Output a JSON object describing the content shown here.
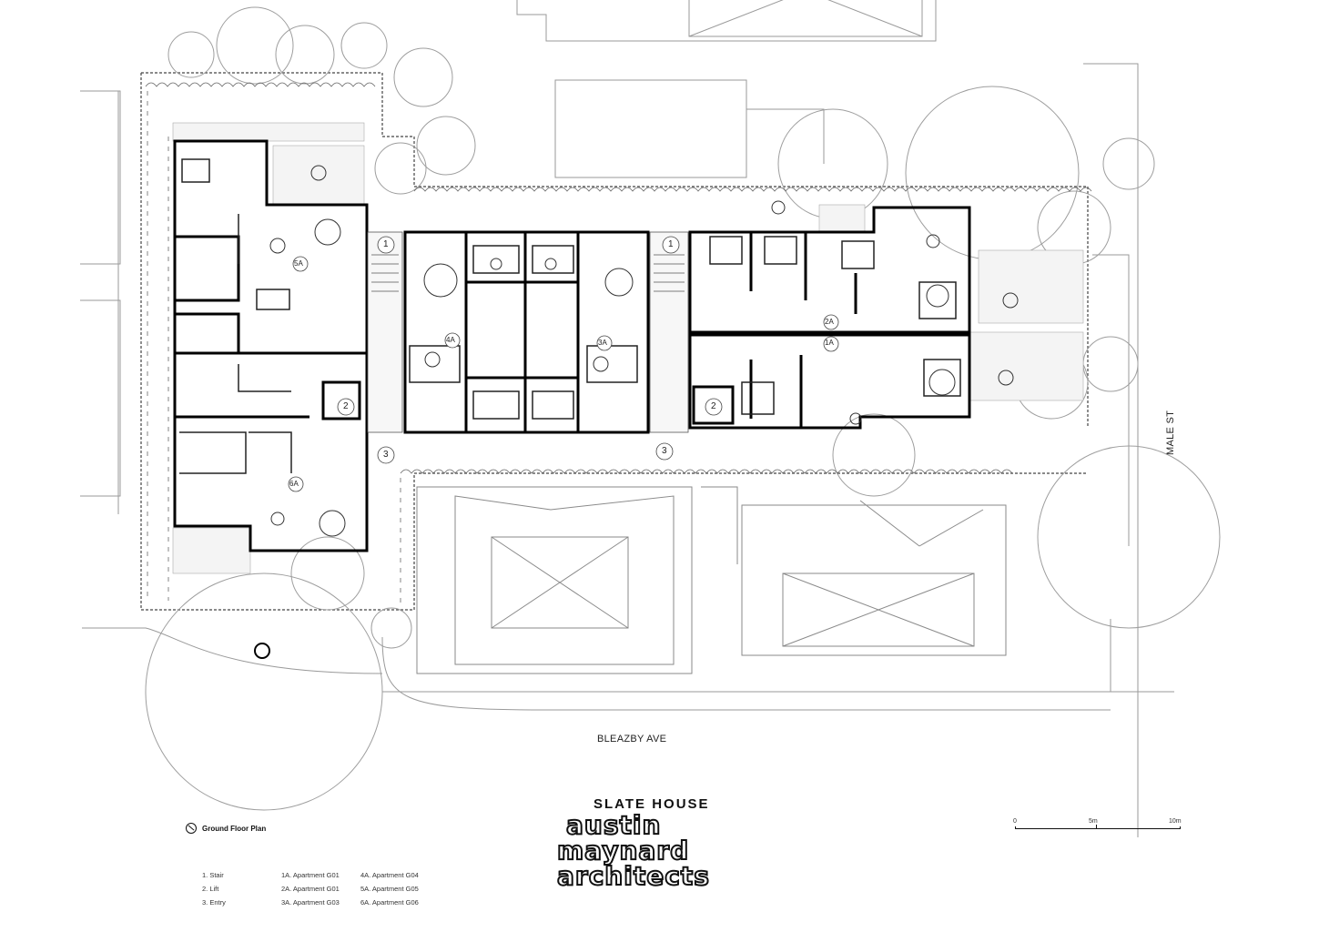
{
  "drawing": {
    "title": "SLATE HOUSE",
    "logo_lines": [
      "austin",
      "maynard",
      "architects"
    ],
    "plan_caption": "Ground Floor Plan",
    "streets": {
      "south": "BLEAZBY AVE",
      "east": "MALE ST"
    },
    "room_tags": [
      "1",
      "1",
      "1A",
      "2",
      "2",
      "2A",
      "3",
      "3",
      "3A",
      "4A",
      "5A",
      "6A"
    ],
    "legend": {
      "col1": [
        "1. Stair",
        "2. Lift",
        "3. Entry"
      ],
      "col2": [
        "1A. Apartment G01",
        "2A. Apartment G01",
        "3A. Apartment G03"
      ],
      "col3": [
        "4A. Apartment G04",
        "5A. Apartment G05",
        "6A. Apartment G06"
      ]
    },
    "scale": {
      "labels": [
        "0",
        "5m",
        "10m"
      ]
    }
  }
}
